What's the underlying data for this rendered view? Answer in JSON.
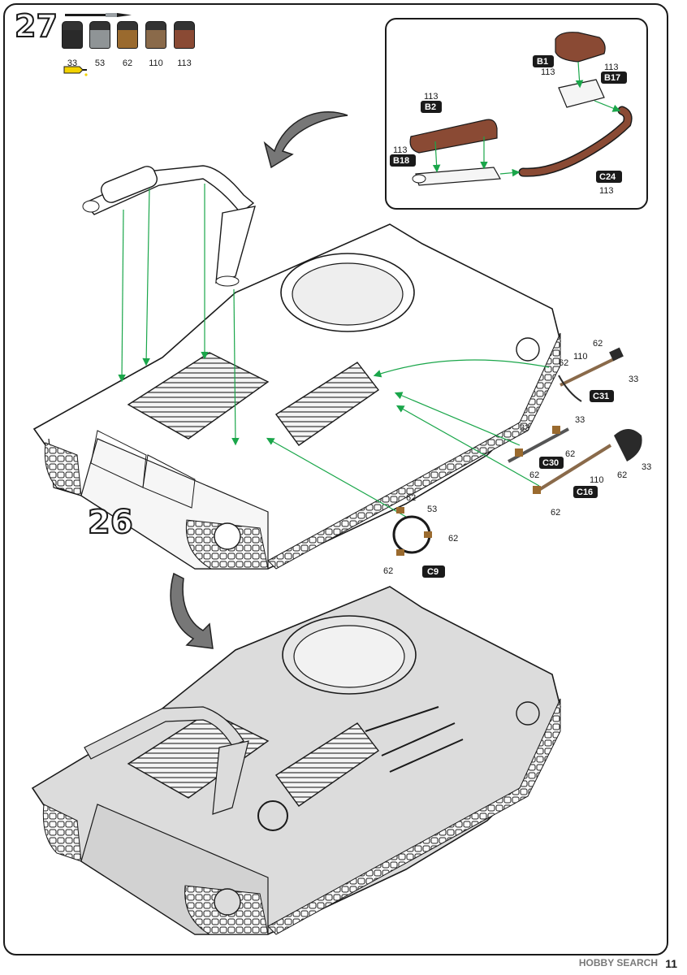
{
  "steps": {
    "top": "27",
    "bottom": "26"
  },
  "paints": [
    {
      "code": "33",
      "color": "#2a2a2a"
    },
    {
      "code": "53",
      "color": "#8f9496"
    },
    {
      "code": "62",
      "color": "#9a6a2e"
    },
    {
      "code": "110",
      "color": "#8a6a4a"
    },
    {
      "code": "113",
      "color": "#8a4a34"
    }
  ],
  "icons": {
    "brush": "paintbrush-icon",
    "glue": "glue-tube-icon",
    "turn": "rotate-arrow-icon"
  },
  "inset_parts": [
    {
      "id": "B1",
      "paint": "113"
    },
    {
      "id": "B17",
      "paint": "113"
    },
    {
      "id": "B2",
      "paint": "113"
    },
    {
      "id": "B18",
      "paint": "113"
    },
    {
      "id": "C24",
      "paint": "113"
    }
  ],
  "side_parts": [
    {
      "id": "C31",
      "paints": [
        "62",
        "110",
        "33",
        "62",
        "33"
      ]
    },
    {
      "id": "C30",
      "paints": [
        "33",
        "62",
        "62"
      ]
    },
    {
      "id": "C16",
      "paints": [
        "62",
        "110",
        "62",
        "33"
      ]
    },
    {
      "id": "C9",
      "paints": [
        "62",
        "53",
        "62",
        "62"
      ]
    }
  ],
  "colors": {
    "leader": "#1aa64a",
    "hull": "#dcdcdc",
    "ink": "#1a1a1a"
  },
  "footer": {
    "watermark": "HOBBY SEARCH",
    "page": "11"
  }
}
